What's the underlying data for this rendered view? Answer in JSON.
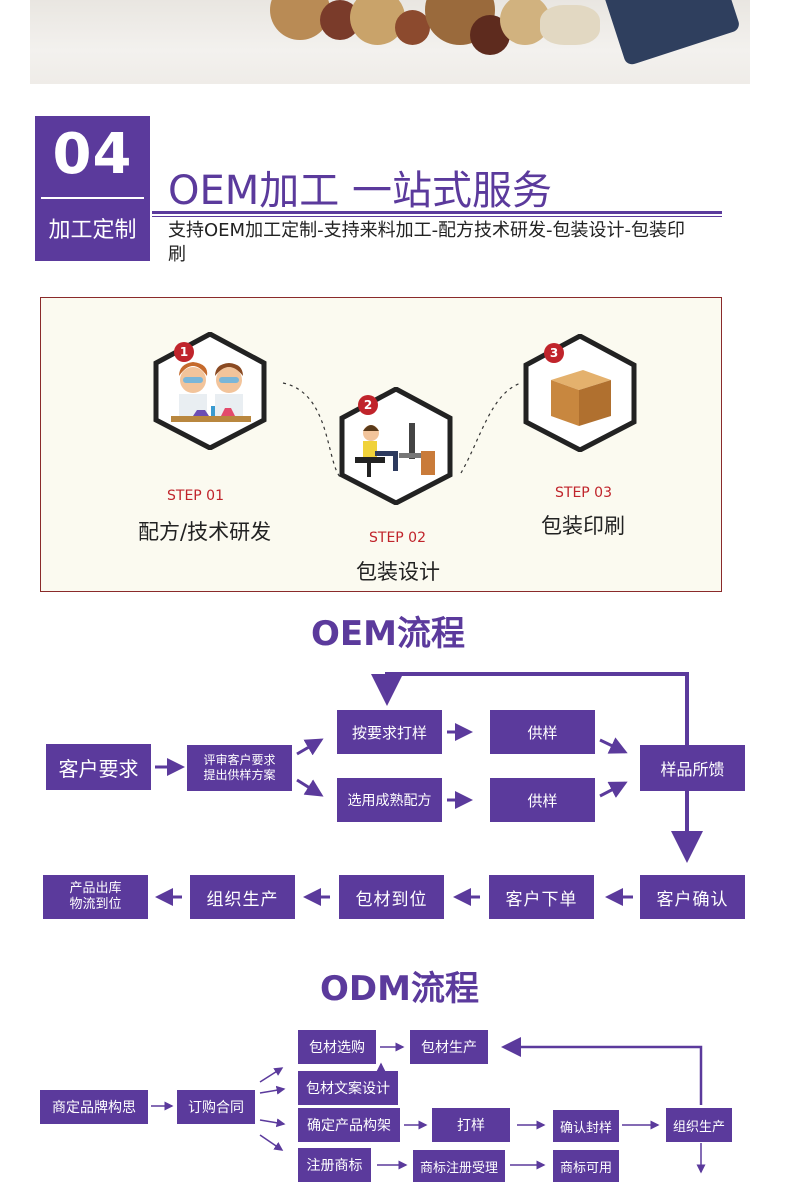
{
  "header": {
    "number": "04",
    "number_sub": "加工定制",
    "title": "OEM加工 一站式服务",
    "description": "支持OEM加工定制-支持来料加工-配方技术研发-包装设计-包装印刷"
  },
  "steps": [
    {
      "badge": "1",
      "step": "STEP 01",
      "name": "配方/技术研发",
      "icon": "scientists-icon"
    },
    {
      "badge": "2",
      "step": "STEP 02",
      "name": "包装设计",
      "icon": "designer-desk-icon"
    },
    {
      "badge": "3",
      "step": "STEP 03",
      "name": "包装印刷",
      "icon": "box-icon"
    }
  ],
  "oem_flow": {
    "title": "OEM流程",
    "customer_request": "客户要求",
    "review": "评审客户要求\n提出供样方案",
    "sample_by_request": "按要求打样",
    "supply_sample_1": "供样",
    "mature_formula": "选用成熟配方",
    "supply_sample_2": "供样",
    "sample_feedback": "样品所馈",
    "customer_confirm": "客户确认",
    "customer_order": "客户下单",
    "packaging_ready": "包材到位",
    "organize_production": "组织生产",
    "product_out": "产品出库\n物流到位"
  },
  "odm_flow": {
    "title": "ODM流程",
    "brand_concept": "商定品牌构思",
    "contract": "订购合同",
    "pack_purchase": "包材选购",
    "pack_production": "包材生产",
    "pack_copy": "包材文案设计",
    "product_structure": "确定产品构架",
    "sampling": "打样",
    "confirm_seal": "确认封样",
    "organize_production": "组织生产",
    "register_trademark": "注册商标",
    "trademark_accept": "商标注册受理",
    "trademark_usable": "商标可用"
  },
  "colors": {
    "accent": "#5b3a9c",
    "badge_red": "#c0242b",
    "panel_bg": "#fbfaf0"
  }
}
